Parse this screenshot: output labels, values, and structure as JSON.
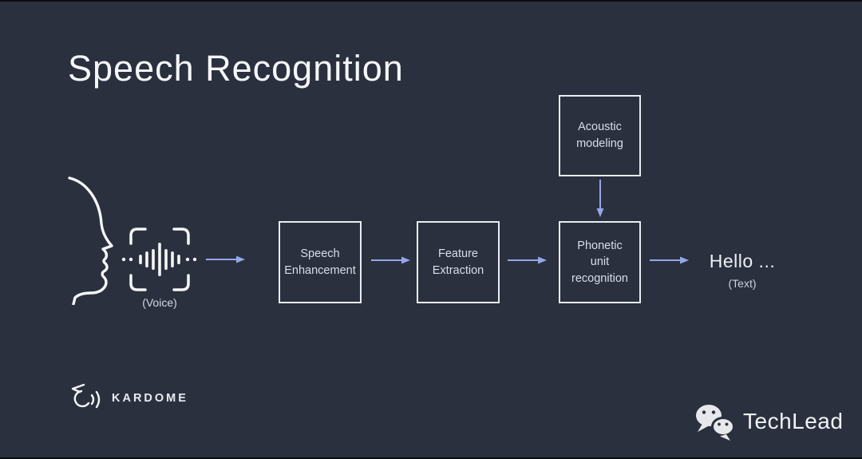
{
  "colors": {
    "background": "#2a303e",
    "arrow": "#94a7e9",
    "box-border": "#e9ecf2",
    "box-text": "#d9dee9",
    "title-text": "#f4f6f9"
  },
  "slide": {
    "title": "Speech Recognition"
  },
  "pipeline": {
    "input": {
      "icons": [
        "face-profile-icon",
        "voice-scan-icon"
      ],
      "label": "(Voice)"
    },
    "boxes": {
      "speech_enhancement": "Speech\nEnhancement",
      "feature_extraction": "Feature\nExtraction",
      "acoustic_modeling": "Acoustic\nmodeling",
      "phonetic_unit_recognition": "Phonetic\nunit\nrecognition"
    },
    "output": {
      "text": "Hello ...",
      "label": "(Text)"
    }
  },
  "branding": {
    "kardome": {
      "name": "KARDOME",
      "icon": "kardome-face-waves-icon"
    },
    "techlead": {
      "name": "TechLead",
      "icon": "wechat-icon"
    }
  }
}
